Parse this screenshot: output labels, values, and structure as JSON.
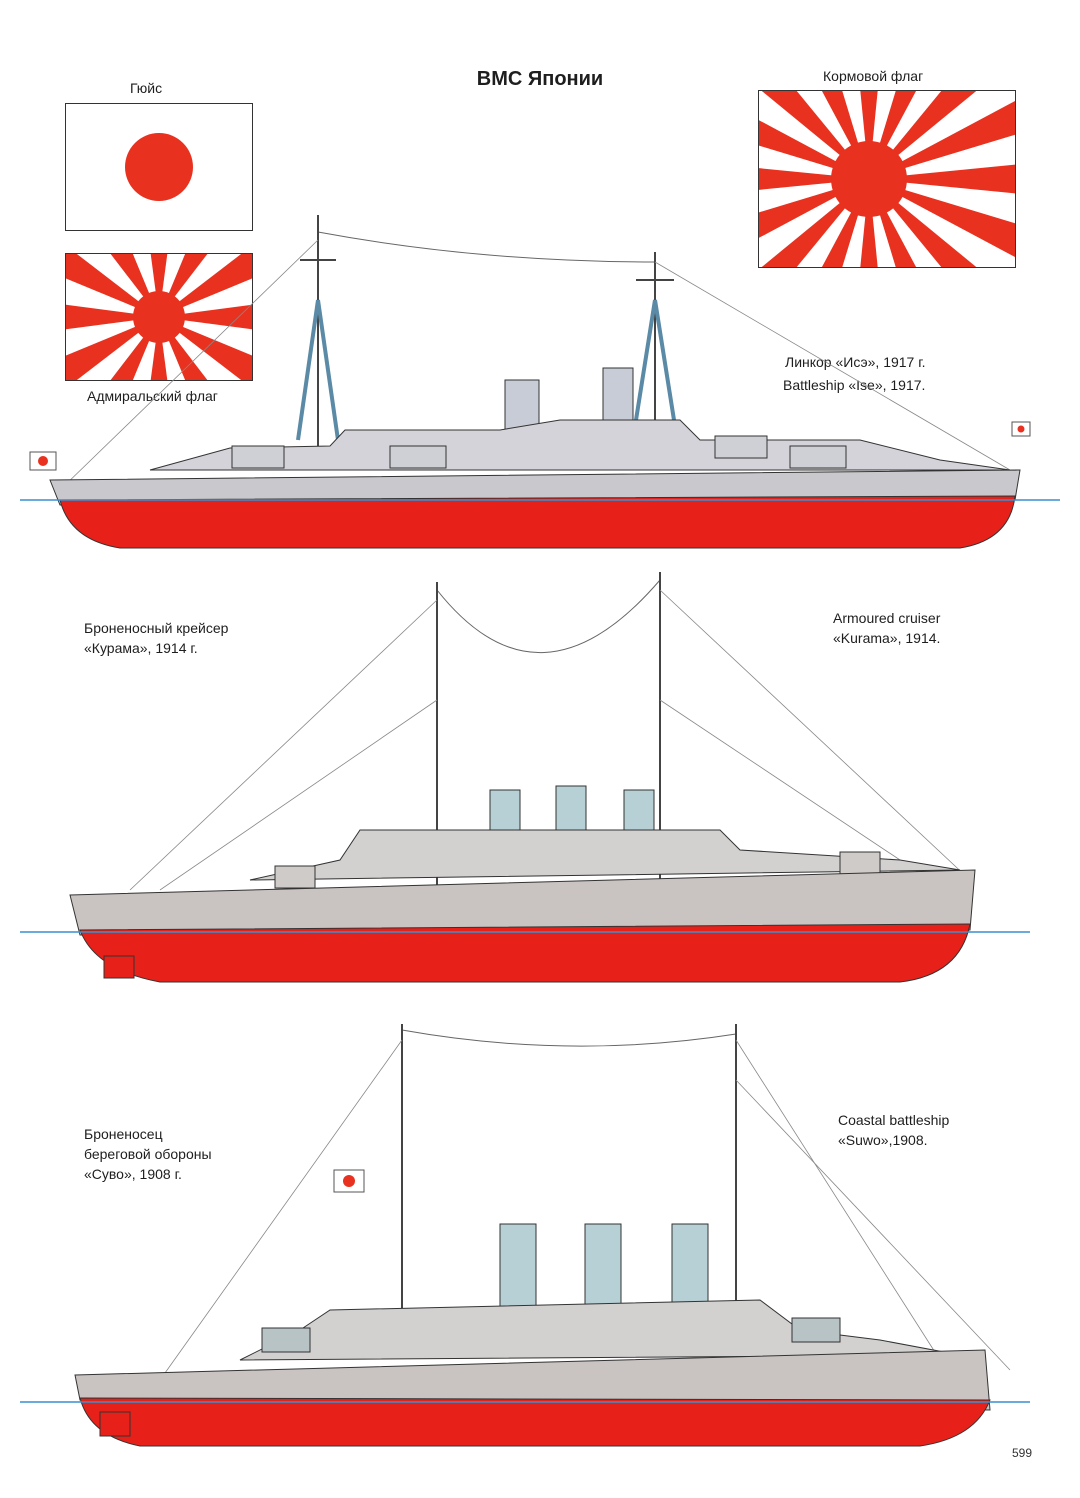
{
  "page_title": "ВМС Японии",
  "flags": {
    "jack": {
      "label": "Гюйс"
    },
    "ensign": {
      "label": "Кормовой флаг"
    },
    "admiral": {
      "label": "Адмиральский флаг"
    }
  },
  "ships": [
    {
      "ru_label": "Линкор «Исэ», 1917 г.",
      "en_label": "Battleship «Ise», 1917."
    },
    {
      "ru_line1": "Броненосный крейсер",
      "ru_line2": "«Курама», 1914 г.",
      "en_line1": "Armoured cruiser",
      "en_line2": "«Kurama», 1914."
    },
    {
      "ru_line1": "Броненосец",
      "ru_line2": "береговой обороны",
      "ru_line3": "«Суво», 1908 г.",
      "en_line1": "Coastal battleship",
      "en_line2": "«Suwo»,1908."
    }
  ],
  "page_number": "599",
  "colors": {
    "red": "#e8311f",
    "hull_red": "#e8201a",
    "hull_grey": "#c9c8cc",
    "water": "#3a8fd0"
  }
}
